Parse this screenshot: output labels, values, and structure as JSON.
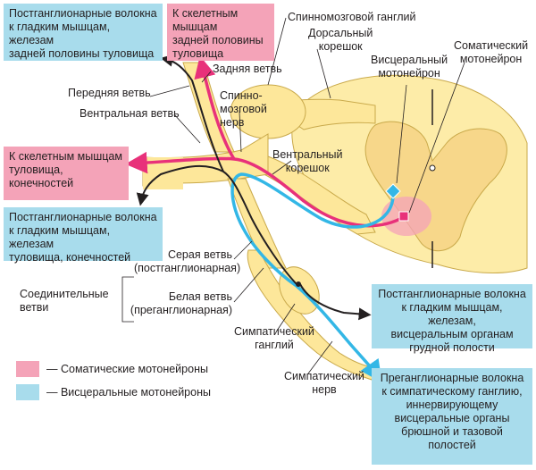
{
  "colors": {
    "somatic": "#e8317a",
    "visceral": "#33b7e6",
    "postganglionic": "#231f20",
    "nerve_fill": "#fde79a",
    "cord_white": "#fdeca8",
    "cord_gray": "#f7d78a",
    "blue_box": "#a8dcec",
    "pink_box": "#f4a3b8"
  },
  "boxes": {
    "post_posterior_trunk": [
      "Постганглионарные волокна",
      "к гладким мышцам, железам",
      "задней половины туловища"
    ],
    "skeletal_posterior_trunk": [
      "К скелетным мышцам",
      "задней половины",
      "туловища"
    ],
    "skeletal_trunk_limbs": [
      "К скелетным мышцам",
      "туловища,",
      "конечностей"
    ],
    "post_trunk_limbs": [
      "Постганглионарные волокна",
      "к гладким мышцам, железам",
      "туловища, конечностей"
    ],
    "post_thoracic": [
      "Постганглионарные волокна",
      "к гладким мышцам, железам,",
      "висцеральным органам",
      "грудной полости"
    ],
    "pre_abdominal": [
      "Преганглионарные волокна",
      "к симпатическому ганглию,",
      "иннервирующему",
      "висцеральные органы",
      "брюшной и тазовой",
      "полостей"
    ]
  },
  "labels": {
    "spinal_ganglion": "Спинномозговой ганглий",
    "dorsal_root": [
      "Дорсальный",
      "корешок"
    ],
    "somatic_motoneuron": [
      "Соматический",
      "мотонейрон"
    ],
    "visceral_motoneuron": [
      "Висцеральный",
      "мотонейрон"
    ],
    "posterior_branch": "Задняя ветвь",
    "anterior_branch": "Передняя ветвь",
    "ventral_branch": "Вентральная ветвь",
    "spinal_nerve": [
      "Спинно-",
      "мозговой",
      "нерв"
    ],
    "ventral_root": [
      "Вентральный",
      "корешок"
    ],
    "gray_ramus": [
      "Серая ветвь",
      "(постганглионарная)"
    ],
    "white_ramus": [
      "Белая ветвь",
      "(преганглионарная)"
    ],
    "connecting_branches": [
      "Соединительные",
      "ветви"
    ],
    "sympathetic_ganglion": [
      "Симпатический",
      "ганглий"
    ],
    "sympathetic_nerve": [
      "Симпатический",
      "нерв"
    ]
  },
  "legend": [
    {
      "label": "— Соматические мотонейроны",
      "color": "#f4a3b8"
    },
    {
      "label": "— Висцеральные мотонейроны",
      "color": "#a8dcec"
    }
  ]
}
